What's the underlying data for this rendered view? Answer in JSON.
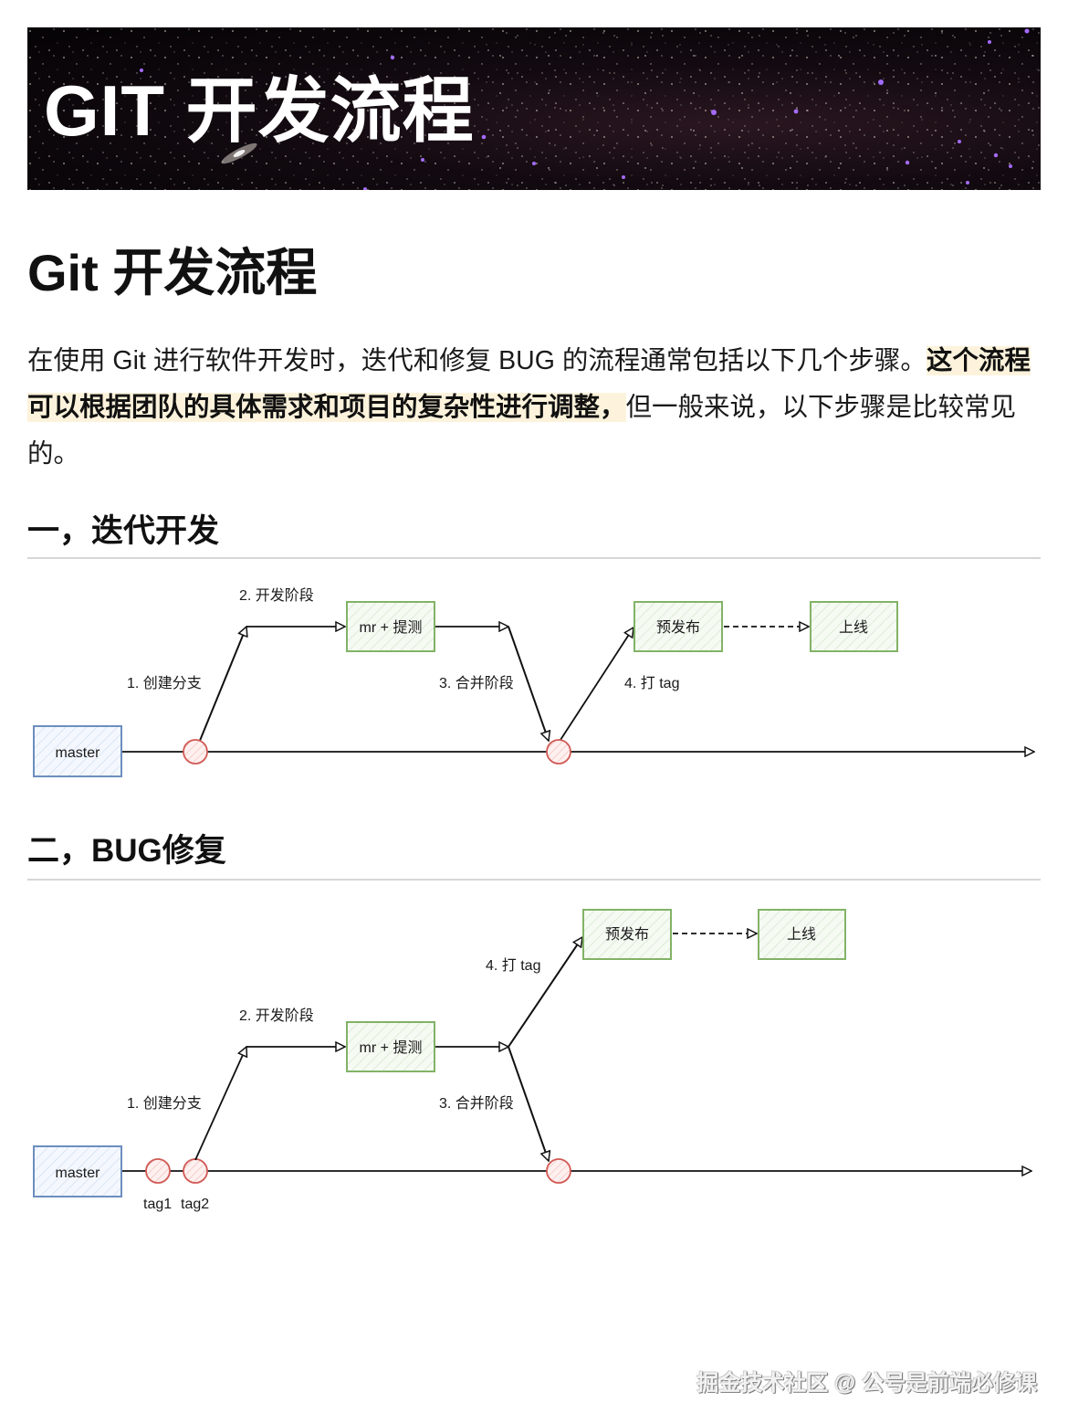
{
  "banner": {
    "title": "GIT 开发流程"
  },
  "page_title": "Git 开发流程",
  "intro": {
    "part1": "在使用 Git 进行软件开发时，迭代和修复 BUG 的流程通常包括以下几个步骤。",
    "highlight": "这个流程可以根据团队的具体需求和项目的复杂性进行调整，",
    "part2": "但一般来说，以下步骤是比较常见的。",
    "highlight_color": "#fdf3dc"
  },
  "sections": [
    {
      "heading": "一，迭代开发",
      "diagram": {
        "master_label": "master",
        "step1": "1. 创建分支",
        "step2": "2. 开发阶段",
        "step3": "3. 合并阶段",
        "step4": "4. 打 tag",
        "box_mr": "mr + 提测",
        "box_prerelease": "预发布",
        "box_release": "上线"
      }
    },
    {
      "heading": "二，BUG修复",
      "diagram": {
        "master_label": "master",
        "step1": "1. 创建分支",
        "step2": "2. 开发阶段",
        "step3": "3. 合并阶段",
        "step4": "4. 打 tag",
        "box_mr": "mr + 提测",
        "box_prerelease": "预发布",
        "box_release": "上线",
        "tag1": "tag1",
        "tag2": "tag2"
      }
    }
  ],
  "colors": {
    "master_stroke": "#6c8ebf",
    "master_fill": "#dae8fc",
    "box_stroke": "#82b366",
    "box_fill": "#d5e8d4",
    "commit_stroke": "#b85450",
    "commit_fill": "#f8cecc"
  },
  "footer": {
    "watermark": "掘金技术社区 @ 公号是前端必修课"
  }
}
